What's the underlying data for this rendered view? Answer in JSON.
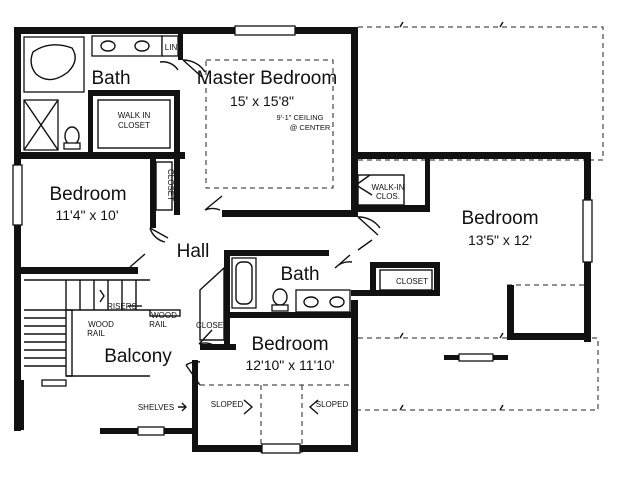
{
  "rooms": {
    "master_bedroom": {
      "name": "Master Bedroom",
      "dims": "15' x 15'8\"",
      "ceiling_line1": "9'-1\" CEILING",
      "ceiling_line2": "@ CENTER"
    },
    "bath_master": {
      "name": "Bath"
    },
    "lin": {
      "name": "LIN"
    },
    "walk_in_closet": {
      "line1": "WALK IN",
      "line2": "CLOSET"
    },
    "bedroom_west": {
      "name": "Bedroom",
      "dims": "11'4\" x 10'"
    },
    "closet_west": {
      "name": "CLOSET"
    },
    "walk_in_clos": {
      "line1": "WALK-IN",
      "line2": "CLOS."
    },
    "bedroom_east": {
      "name": "Bedroom",
      "dims": "13'5\" x 12'"
    },
    "closet_east": {
      "name": "CLOSET"
    },
    "hall": {
      "name": "Hall"
    },
    "bath_hall": {
      "name": "Bath"
    },
    "closet_hall": {
      "name": "CLOSET"
    },
    "bedroom_south": {
      "name": "Bedroom",
      "dims": "12'10\" x 11'10'"
    },
    "risers": {
      "name": "RISERS"
    },
    "wood_rail_right": {
      "line1": "WOOD",
      "line2": "RAIL"
    },
    "wood_rail_left": {
      "line1": "WOOD",
      "line2": "RAIL"
    },
    "balcony": {
      "name": "Balcony"
    },
    "shelves": {
      "name": "SHELVES"
    },
    "sloped_left": {
      "name": "SLOPED"
    },
    "sloped_right": {
      "name": "SLOPED"
    }
  }
}
